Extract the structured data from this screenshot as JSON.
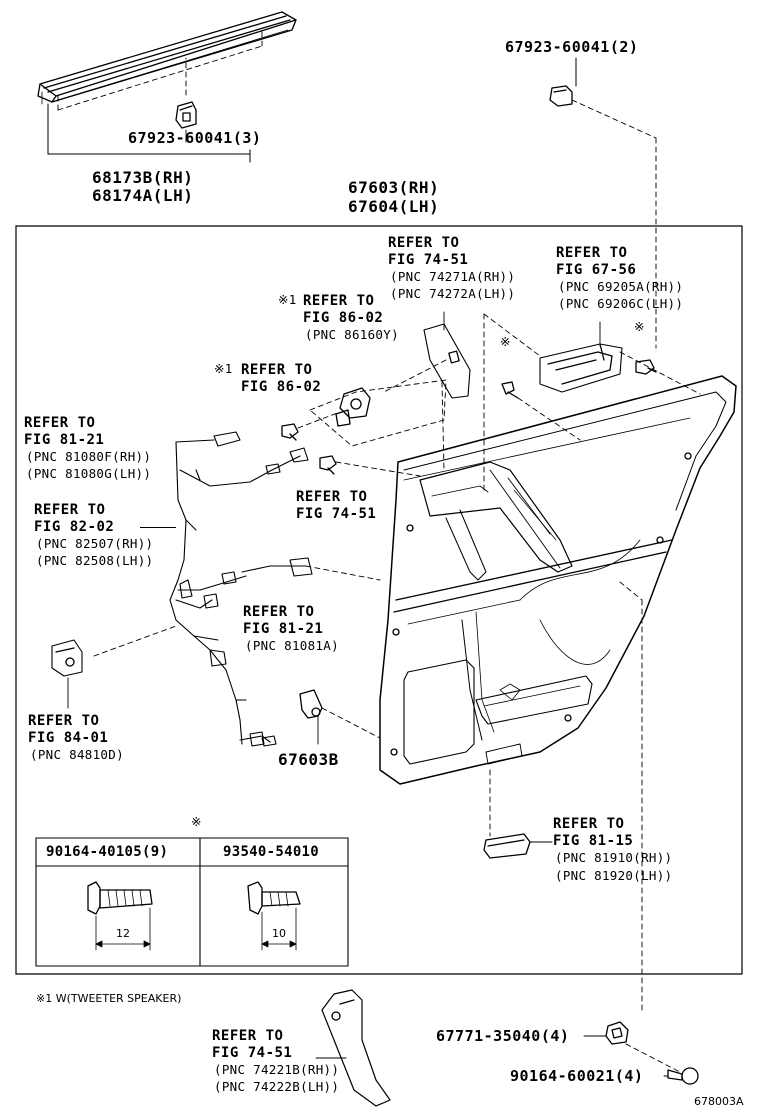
{
  "parts": {
    "clip_top_right": "67923-60041(2)",
    "clip_weatherstrip": "67923-60041(3)",
    "weatherstrip_rh": "68173B(RH)",
    "weatherstrip_lh": "68174A(LH)",
    "board_rh": "67603(RH)",
    "board_lh": "67604(LH)",
    "board_clip": "67603B",
    "clip_bottom_a": "67771-35040(4)",
    "screw_bottom": "90164-60021(4)"
  },
  "refs": {
    "r7451a": [
      "REFER TO",
      "FIG 74-51",
      "(PNC 74271A(RH))",
      "(PNC 74272A(LH))"
    ],
    "r6756": [
      "REFER TO",
      "FIG 67-56",
      "(PNC 69205A(RH))",
      "(PNC 69206C(LH))"
    ],
    "r8602a": [
      "REFER TO",
      "FIG 86-02",
      "(PNC 86160Y)"
    ],
    "r8602b": [
      "REFER TO",
      "FIG 86-02"
    ],
    "r8121a": [
      "REFER TO",
      "FIG 81-21",
      "(PNC 81080F(RH))",
      "(PNC 81080G(LH))"
    ],
    "r7451b": [
      "REFER TO",
      "FIG 74-51"
    ],
    "r8202": [
      "REFER TO",
      "FIG 82-02",
      "(PNC 82507(RH))",
      "(PNC 82508(LH))"
    ],
    "r8121b": [
      "REFER TO",
      "FIG 81-21",
      "(PNC 81081A)"
    ],
    "r8401": [
      "REFER TO",
      "FIG 84-01",
      "(PNC 84810D)"
    ],
    "r8115": [
      "REFER TO",
      "FIG 81-15",
      "(PNC 81910(RH))",
      "(PNC 81920(LH))"
    ],
    "r7451c": [
      "REFER TO",
      "FIG 74-51",
      "(PNC 74221B(RH))",
      "(PNC 74222B(LH))"
    ]
  },
  "marks": {
    "asterisk": "※",
    "asterisk_one": "※1"
  },
  "fastener_table": {
    "col1_header": "90164-40105(9)",
    "col2_header": "93540-54010",
    "col1_dim": "12",
    "col2_dim": "10"
  },
  "footnote": "※1 W(TWEETER SPEAKER)",
  "figure_code": "678003A"
}
